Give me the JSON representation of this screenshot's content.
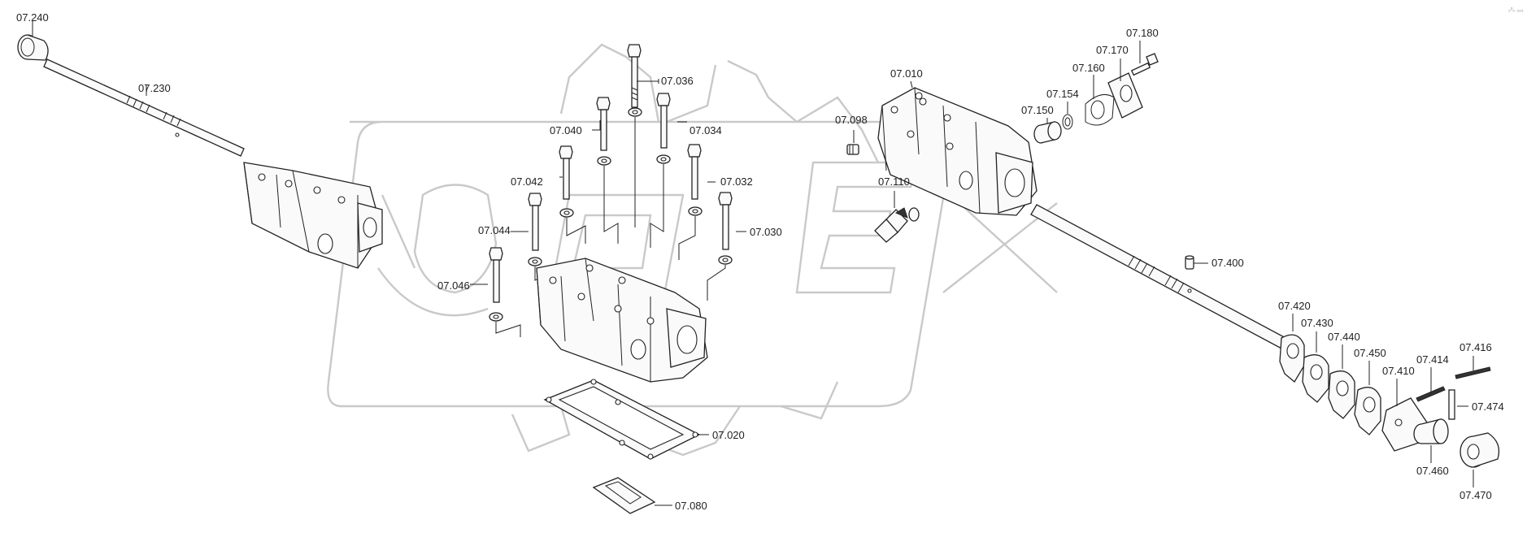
{
  "diagram": {
    "corner_mark": "₀³₀ ₃₃₃",
    "callouts": {
      "p07_240": "07.240",
      "p07_230": "07.230",
      "p07_036": "07.036",
      "p07_040": "07.040",
      "p07_034": "07.034",
      "p07_042": "07.042",
      "p07_032": "07.032",
      "p07_044": "07.044",
      "p07_030": "07.030",
      "p07_046": "07.046",
      "p07_020": "07.020",
      "p07_080": "07.080",
      "p07_010": "07.010",
      "p07_098": "07.098",
      "p07_110": "07.110",
      "p07_150": "07.150",
      "p07_154": "07.154",
      "p07_160": "07.160",
      "p07_170": "07.170",
      "p07_180": "07.180",
      "p07_400": "07.400",
      "p07_420": "07.420",
      "p07_430": "07.430",
      "p07_440": "07.440",
      "p07_450": "07.450",
      "p07_410": "07.410",
      "p07_414": "07.414",
      "p07_416": "07.416",
      "p07_474": "07.474",
      "p07_460": "07.460",
      "p07_470": "07.470"
    }
  }
}
